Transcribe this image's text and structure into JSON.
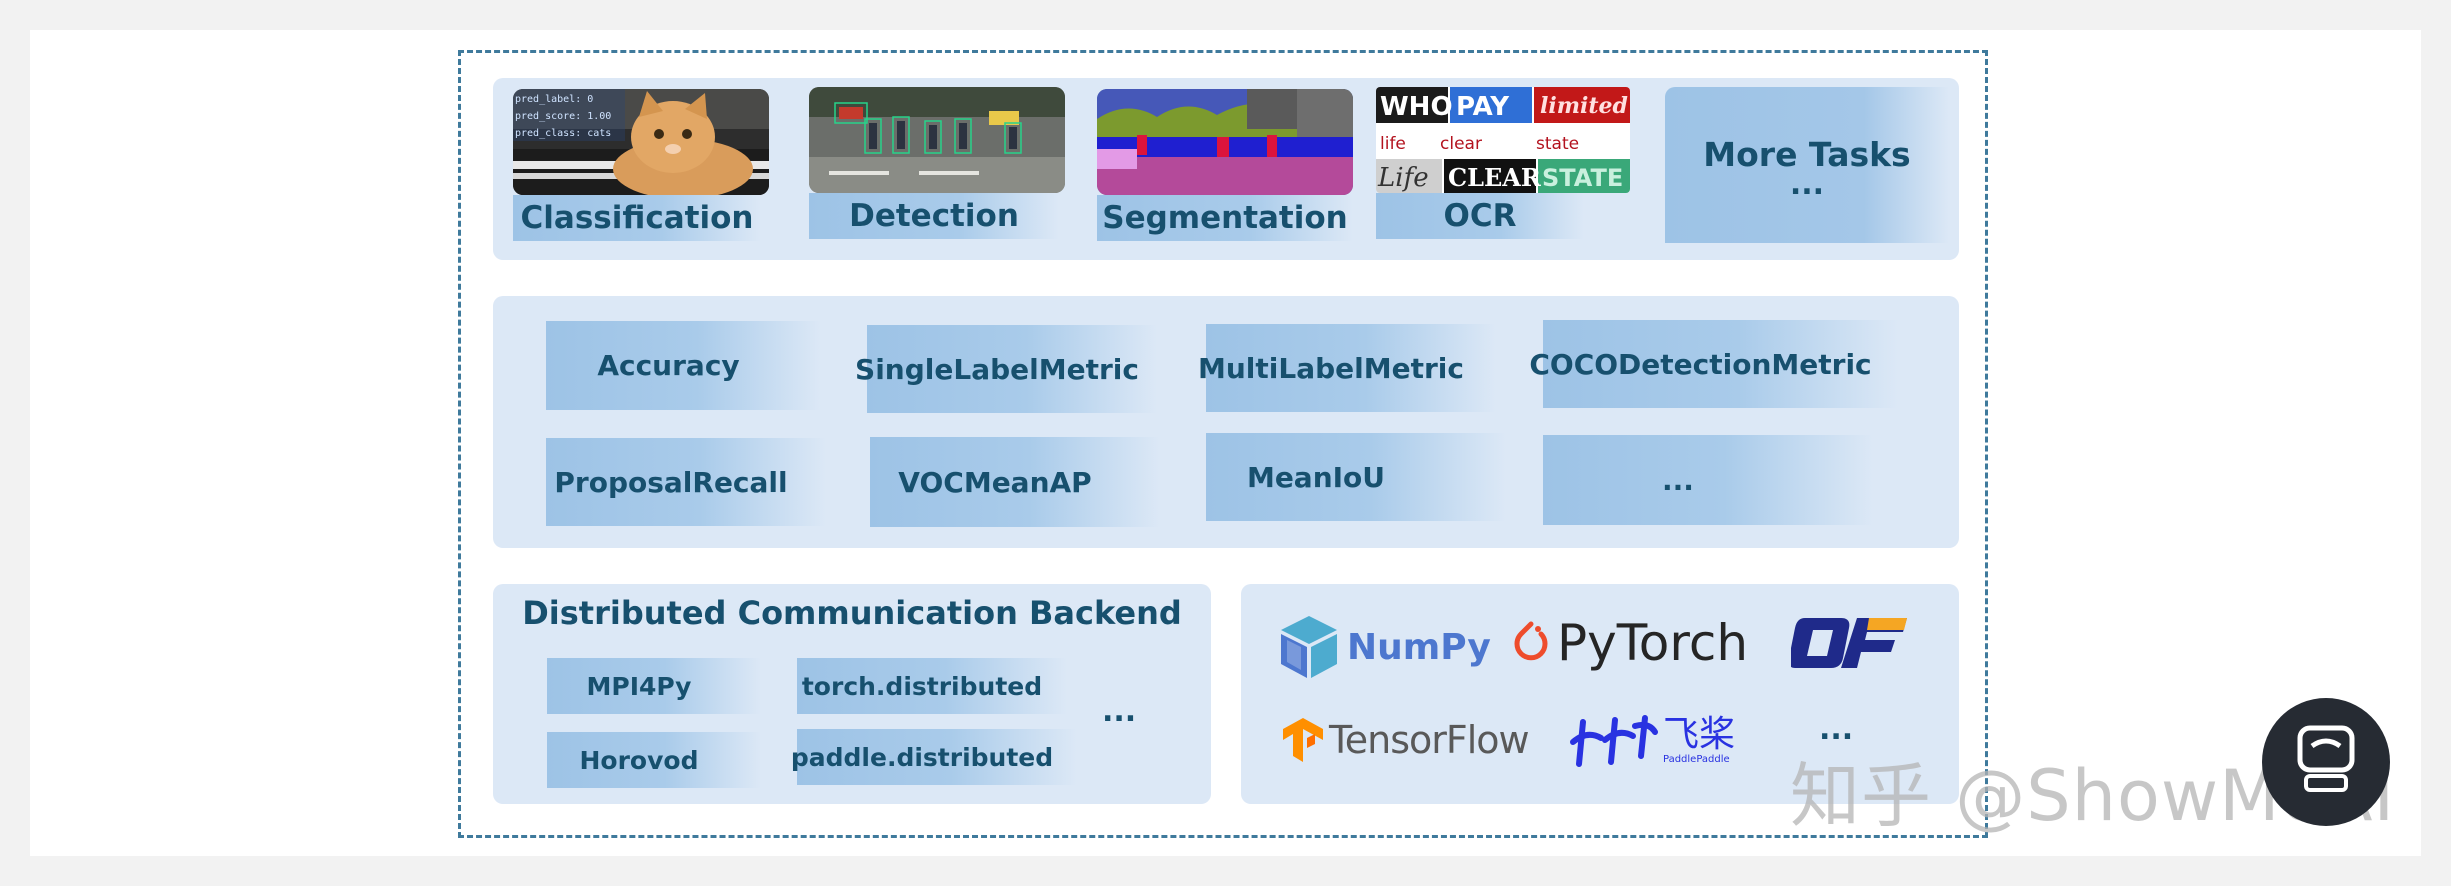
{
  "tasks": {
    "classification": "Classification",
    "detection": "Detection",
    "segmentation": "Segmentation",
    "ocr": "OCR",
    "more_title": "More Tasks",
    "more_dots": "...",
    "cls_overlay": [
      "pred_label: 0",
      "pred_score: 1.00",
      "pred_class: cats"
    ],
    "ocr_words": [
      "WHO",
      "PAY",
      "limited",
      "life",
      "clear",
      "state",
      "Life",
      "CLEAR",
      "STATE"
    ]
  },
  "metrics": {
    "row1": [
      "Accuracy",
      "SingleLabelMetric",
      "MultiLabelMetric",
      "COCODetectionMetric"
    ],
    "row2": [
      "ProposalRecall",
      "VOCMeanAP",
      "MeanIoU",
      "..."
    ]
  },
  "backend": {
    "title": "Distributed Communication Backend",
    "items": [
      "MPI4Py",
      "torch.distributed",
      "Horovod",
      "paddle.distributed"
    ],
    "dots": "..."
  },
  "frameworks": {
    "numpy": "NumPy",
    "pytorch": "PyTorch",
    "tensorflow": "TensorFlow",
    "paddle_cn": "飞桨",
    "paddle_en": "PaddlePaddle",
    "dots": "..."
  },
  "watermark": {
    "text": "知乎 @ShowMeAI"
  },
  "colors": {
    "panel": "#dce8f6",
    "chip": "#9dc3e6",
    "text": "#17506e",
    "frame": "#3f7a9c"
  }
}
